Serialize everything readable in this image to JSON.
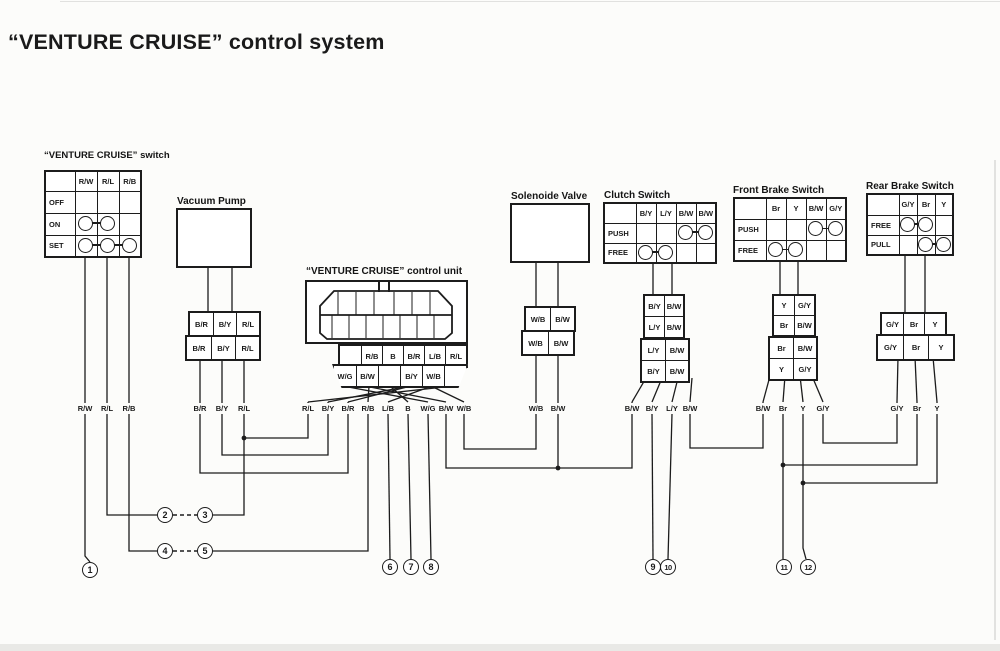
{
  "title": "“VENTURE CRUISE” control system",
  "components": {
    "cruise_switch": {
      "label": "“VENTURE CRUISE” switch",
      "columns": [
        "R/W",
        "R/L",
        "R/B"
      ],
      "rows": [
        {
          "label": "OFF",
          "contacts": []
        },
        {
          "label": "ON",
          "contacts": [
            0,
            1
          ]
        },
        {
          "label": "SET",
          "contacts": [
            0,
            1,
            2
          ]
        }
      ]
    },
    "vacuum_pump": {
      "label": "Vacuum Pump",
      "connector_rows": [
        [
          "B/R",
          "B/Y",
          "R/L"
        ],
        [
          "B/R",
          "B/Y",
          "R/L"
        ]
      ]
    },
    "control_unit": {
      "label": "“VENTURE CRUISE” control unit",
      "connector_row_top": [
        "",
        "R/B",
        "B",
        "B/R",
        "L/B",
        "R/L"
      ],
      "connector_row_bottom": [
        "W/G",
        "B/W",
        "",
        "B/Y",
        "W/B",
        ""
      ]
    },
    "solenoid_valve": {
      "label": "Solenoide Valve",
      "connector_rows": [
        [
          "W/B",
          "B/W"
        ],
        [
          "W/B",
          "B/W"
        ]
      ]
    },
    "clutch_switch": {
      "label": "Clutch Switch",
      "columns": [
        "B/Y",
        "L/Y",
        "B/W",
        "B/W"
      ],
      "rows": [
        {
          "label": "PUSH",
          "contacts": [
            2,
            3
          ]
        },
        {
          "label": "FREE",
          "contacts": [
            0,
            1
          ]
        }
      ],
      "upper_connector": [
        [
          "B/Y",
          "B/W"
        ],
        [
          "L/Y",
          "B/W"
        ]
      ],
      "lower_connector": [
        [
          "L/Y",
          "B/W"
        ],
        [
          "B/Y",
          "B/W"
        ]
      ]
    },
    "front_brake_switch": {
      "label": "Front Brake Switch",
      "columns": [
        "Br",
        "Y",
        "B/W",
        "G/Y"
      ],
      "rows": [
        {
          "label": "PUSH",
          "contacts": [
            2,
            3
          ]
        },
        {
          "label": "FREE",
          "contacts": [
            0,
            1
          ]
        }
      ],
      "upper_connector": [
        [
          "Y",
          "G/Y"
        ],
        [
          "Br",
          "B/W"
        ]
      ],
      "lower_connector": [
        [
          "Br",
          "B/W"
        ],
        [
          "Y",
          "G/Y"
        ]
      ]
    },
    "rear_brake_switch": {
      "label": "Rear Brake Switch",
      "columns": [
        "G/Y",
        "Br",
        "Y"
      ],
      "rows": [
        {
          "label": "FREE",
          "contacts": [
            0,
            1
          ]
        },
        {
          "label": "PULL",
          "contacts": [
            1,
            2
          ]
        }
      ],
      "connector_rows": [
        [
          "G/Y",
          "Br",
          "Y"
        ],
        [
          "G/Y",
          "Br",
          "Y"
        ]
      ]
    }
  },
  "wire_labels": [
    "R/W",
    "R/L",
    "R/B",
    "B/R",
    "B/Y",
    "R/L",
    "R/L",
    "B/Y",
    "B/R",
    "R/B",
    "L/B",
    "B",
    "W/G",
    "B/W",
    "W/B",
    "W/B",
    "B/W",
    "B/W",
    "B/Y",
    "L/Y",
    "B/W",
    "B/W",
    "Br",
    "Y",
    "G/Y",
    "G/Y",
    "Br",
    "Y"
  ],
  "circled_numbers": [
    "1",
    "2",
    "3",
    "4",
    "5",
    "6",
    "7",
    "8",
    "9",
    "10",
    "11",
    "12"
  ],
  "colors": {
    "line": "#1c1c1c",
    "background": "#fcfcfa"
  }
}
